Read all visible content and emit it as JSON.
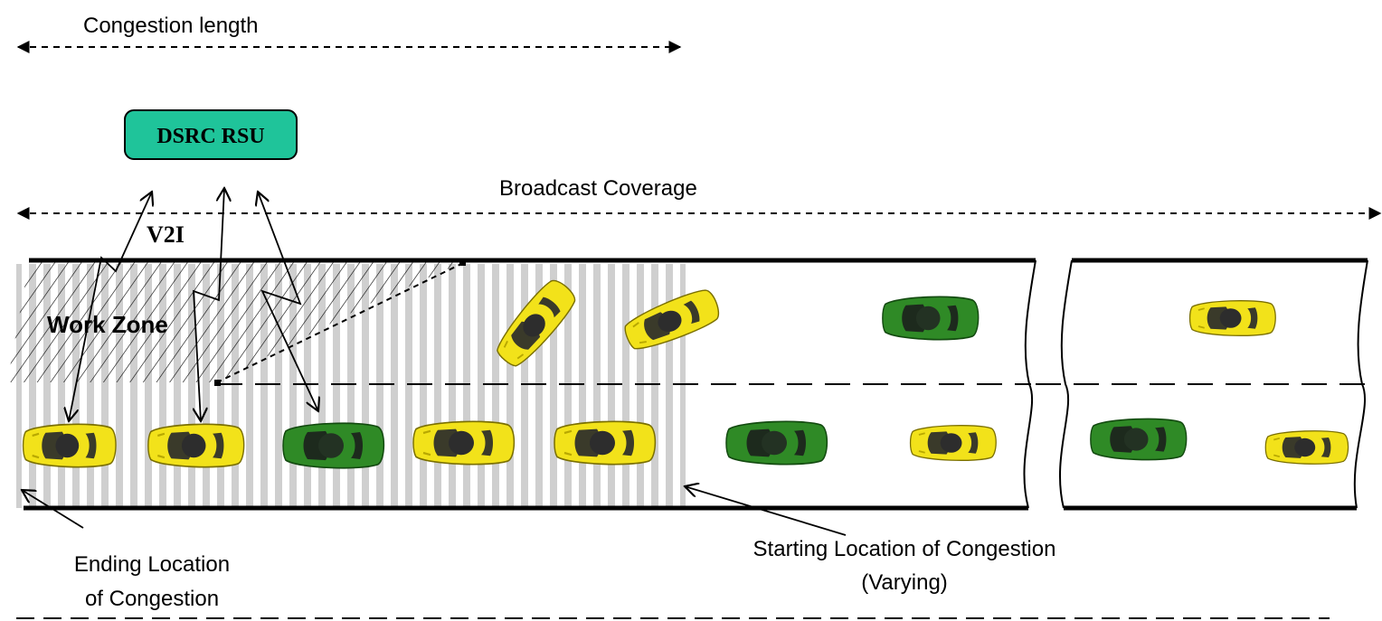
{
  "labels": {
    "congestion_length": "Congestion length",
    "rsu": "DSRC RSU",
    "broadcast_coverage": "Broadcast Coverage",
    "v2i": "V2I",
    "work_zone": "Work Zone",
    "ending_line1": "Ending Location",
    "ending_line2": "of Congestion",
    "starting_line1": "Starting Location of Congestion",
    "starting_line2": "(Varying)"
  },
  "colors": {
    "rsu_fill": "#1fc49a",
    "car_yellow": "#f2e21a",
    "car_green": "#237a1d",
    "congestion_shade": "#c8c8c8"
  },
  "vehicles": [
    {
      "id": "car-1",
      "color": "yellow"
    },
    {
      "id": "car-2",
      "color": "yellow"
    },
    {
      "id": "car-3",
      "color": "green"
    },
    {
      "id": "car-4",
      "color": "yellow"
    },
    {
      "id": "car-5",
      "color": "yellow"
    },
    {
      "id": "car-6",
      "color": "green"
    },
    {
      "id": "car-7",
      "color": "yellow"
    },
    {
      "id": "car-8",
      "color": "yellow"
    },
    {
      "id": "car-9",
      "color": "yellow"
    },
    {
      "id": "car-10",
      "color": "green"
    },
    {
      "id": "car-11",
      "color": "yellow"
    },
    {
      "id": "car-12",
      "color": "green"
    },
    {
      "id": "car-13",
      "color": "yellow"
    }
  ]
}
